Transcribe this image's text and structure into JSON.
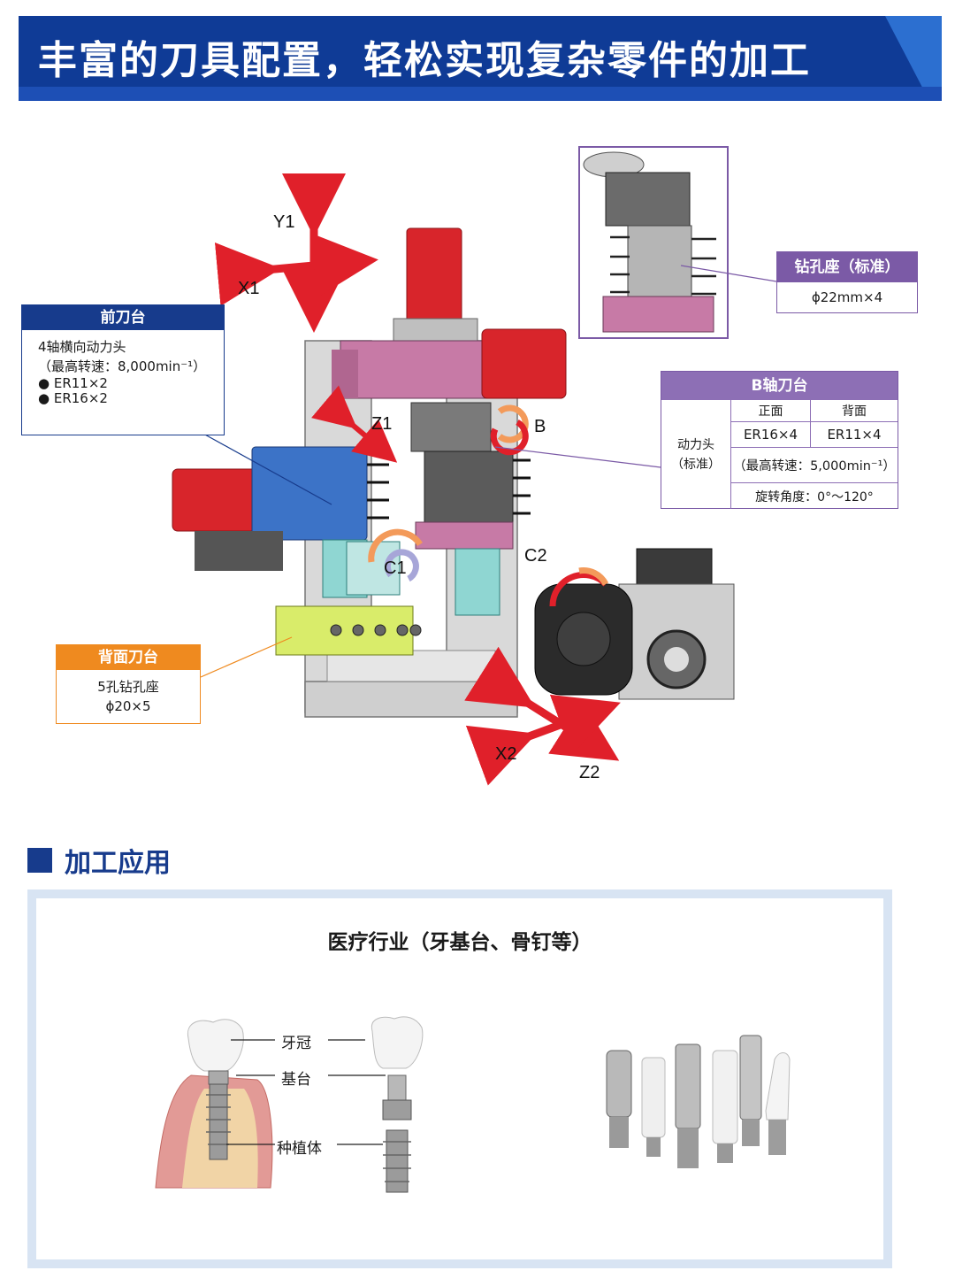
{
  "banner": {
    "title": "丰富的刀具配置，轻松实现复杂零件的加工",
    "colors": {
      "primary": "#0f3b96",
      "accent": "#2c6fd0"
    }
  },
  "axes": {
    "y1": "Y1",
    "x1": "X1",
    "z1": "Z1",
    "b": "B",
    "c1": "C1",
    "c2": "C2",
    "x2": "X2",
    "z2": "Z2"
  },
  "front_turret": {
    "title": "前刀台",
    "lines": [
      "4轴横向动力头",
      "（最高转速：8,000min⁻¹）",
      "● ER11×2",
      "● ER16×2"
    ]
  },
  "back_turret": {
    "title": "背面刀台",
    "line1": "5孔钻孔座",
    "line2": "ϕ20×5"
  },
  "drill_holder": {
    "title": "钻孔座（标准）",
    "spec": "ϕ22mm×4"
  },
  "b_axis_turret": {
    "title": "B轴刀台",
    "row_label_1": "动力头",
    "row_label_2": "（标准）",
    "col_front": "正面",
    "col_back": "背面",
    "front_value": "ER16×4",
    "back_value": "ER11×4",
    "speed": "（最高转速：5,000min⁻¹）",
    "rotation": "旋转角度：0°～120°"
  },
  "applications": {
    "section_title": "加工应用",
    "industry_title": "医疗行业（牙基台、骨钉等）",
    "labels": {
      "crown": "牙冠",
      "abutment": "基台",
      "implant": "种植体"
    }
  }
}
